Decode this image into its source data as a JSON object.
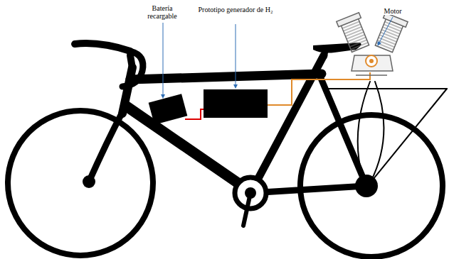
{
  "diagram": {
    "labels": [
      "Batería recargable",
      "Prototipo generador de H₂",
      "Motor"
    ]
  }
}
